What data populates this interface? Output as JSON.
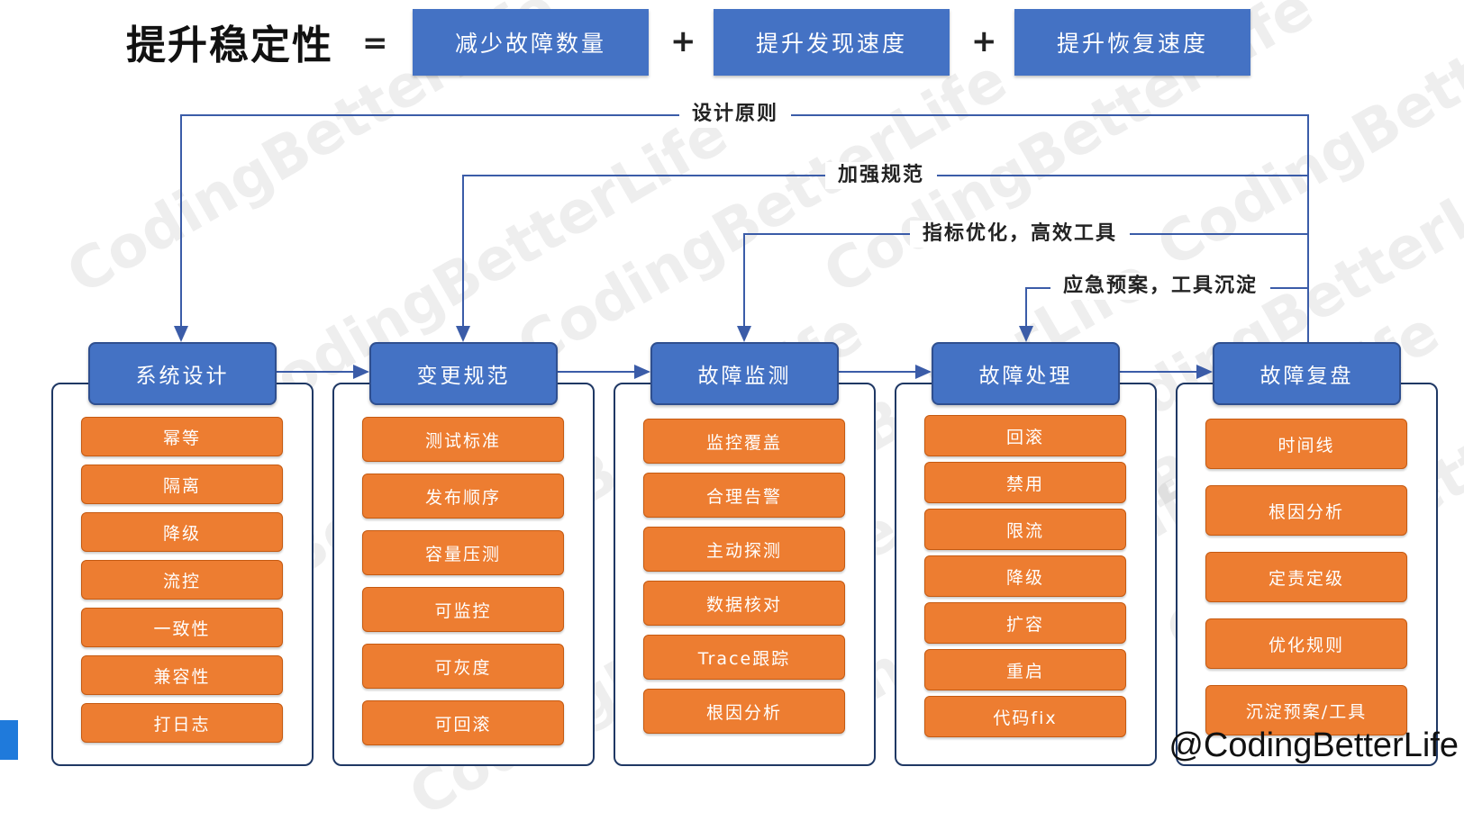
{
  "title": "提升稳定性",
  "equals": "=",
  "plus": "+",
  "goals": [
    "减少故障数量",
    "提升发现速度",
    "提升恢复速度"
  ],
  "feedback_labels": [
    "设计原则",
    "加强规范",
    "指标优化，高效工具",
    "应急预案，工具沉淀"
  ],
  "columns": [
    {
      "title": "系统设计",
      "items": [
        "幂等",
        "隔离",
        "降级",
        "流控",
        "一致性",
        "兼容性",
        "打日志"
      ]
    },
    {
      "title": "变更规范",
      "items": [
        "测试标准",
        "发布顺序",
        "容量压测",
        "可监控",
        "可灰度",
        "可回滚"
      ]
    },
    {
      "title": "故障监测",
      "items": [
        "监控覆盖",
        "合理告警",
        "主动探测",
        "数据核对",
        "Trace跟踪",
        "根因分析"
      ]
    },
    {
      "title": "故障处理",
      "items": [
        "回滚",
        "禁用",
        "限流",
        "降级",
        "扩容",
        "重启",
        "代码fix"
      ]
    },
    {
      "title": "故障复盘",
      "items": [
        "时间线",
        "根因分析",
        "定责定级",
        "优化规则",
        "沉淀预案/工具"
      ]
    }
  ],
  "watermark": "CodingBetterLife",
  "handle": "@CodingBetterLife",
  "colors": {
    "blue": "#4472c4",
    "orange": "#ed7d31",
    "line": "#1f3864"
  }
}
